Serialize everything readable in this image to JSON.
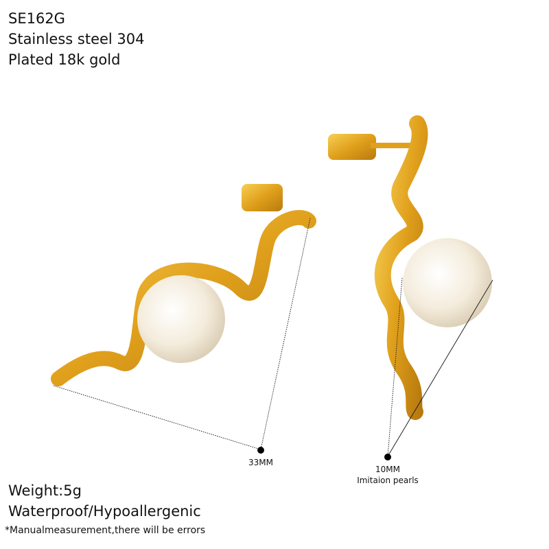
{
  "product": {
    "code": "SE162G",
    "material": "Stainless steel 304",
    "plating": "Plated 18k gold",
    "weight": "Weight:5g",
    "features": "Waterproof/Hypoallergenic",
    "disclaimer": "*Manualmeasurement,there will be errors"
  },
  "measurements": {
    "length": "33MM",
    "pearl_size": "10MM",
    "pearl_type": "Imitaion pearls"
  },
  "colors": {
    "gold": "#E0A01C",
    "gold_light": "#F5C84A",
    "pearl": "#F6F0E3",
    "line": "#222222"
  }
}
